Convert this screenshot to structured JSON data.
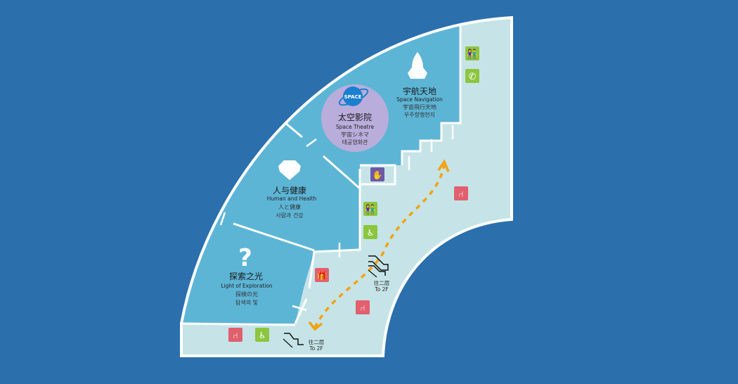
{
  "colors": {
    "background": "#2b6fad",
    "room": "#5db5d6",
    "corridor": "#c6e4e8",
    "wall": "#ffffff",
    "theatre": "#b9addb",
    "route": "#f2a20c",
    "restroom": "#8cc63f",
    "service": "#e0606e",
    "info": "#6b5aa6"
  },
  "zones": [
    {
      "id": "space-theatre",
      "zh": "太空影院",
      "en": "Space Theatre",
      "ja": "宇宙シネマ",
      "ko": "태공영화관",
      "logo": "SPACE"
    },
    {
      "id": "space-navigation",
      "zh": "宇航天地",
      "en": "Space Navigation",
      "ja": "宇宙飛行天地",
      "ko": "우주항행천지"
    },
    {
      "id": "human-and-health",
      "zh": "人与健康",
      "en": "Human and Health",
      "ja": "人と健康",
      "ko": "사람과 건강"
    },
    {
      "id": "light-of-exploration",
      "zh": "探索之光",
      "en": "Light of Exploration",
      "ja": "探検の光",
      "ko": "탐색의 빛"
    }
  ],
  "escalators": [
    {
      "zh": "往二层",
      "en": "To 2F"
    },
    {
      "zh": "往二层",
      "en": "To 2F"
    }
  ],
  "icons": [
    "restroom-icon",
    "telephone-icon",
    "information-icon",
    "accessible-elevator-icon",
    "gift-shop-icon",
    "rest-area-icon"
  ]
}
